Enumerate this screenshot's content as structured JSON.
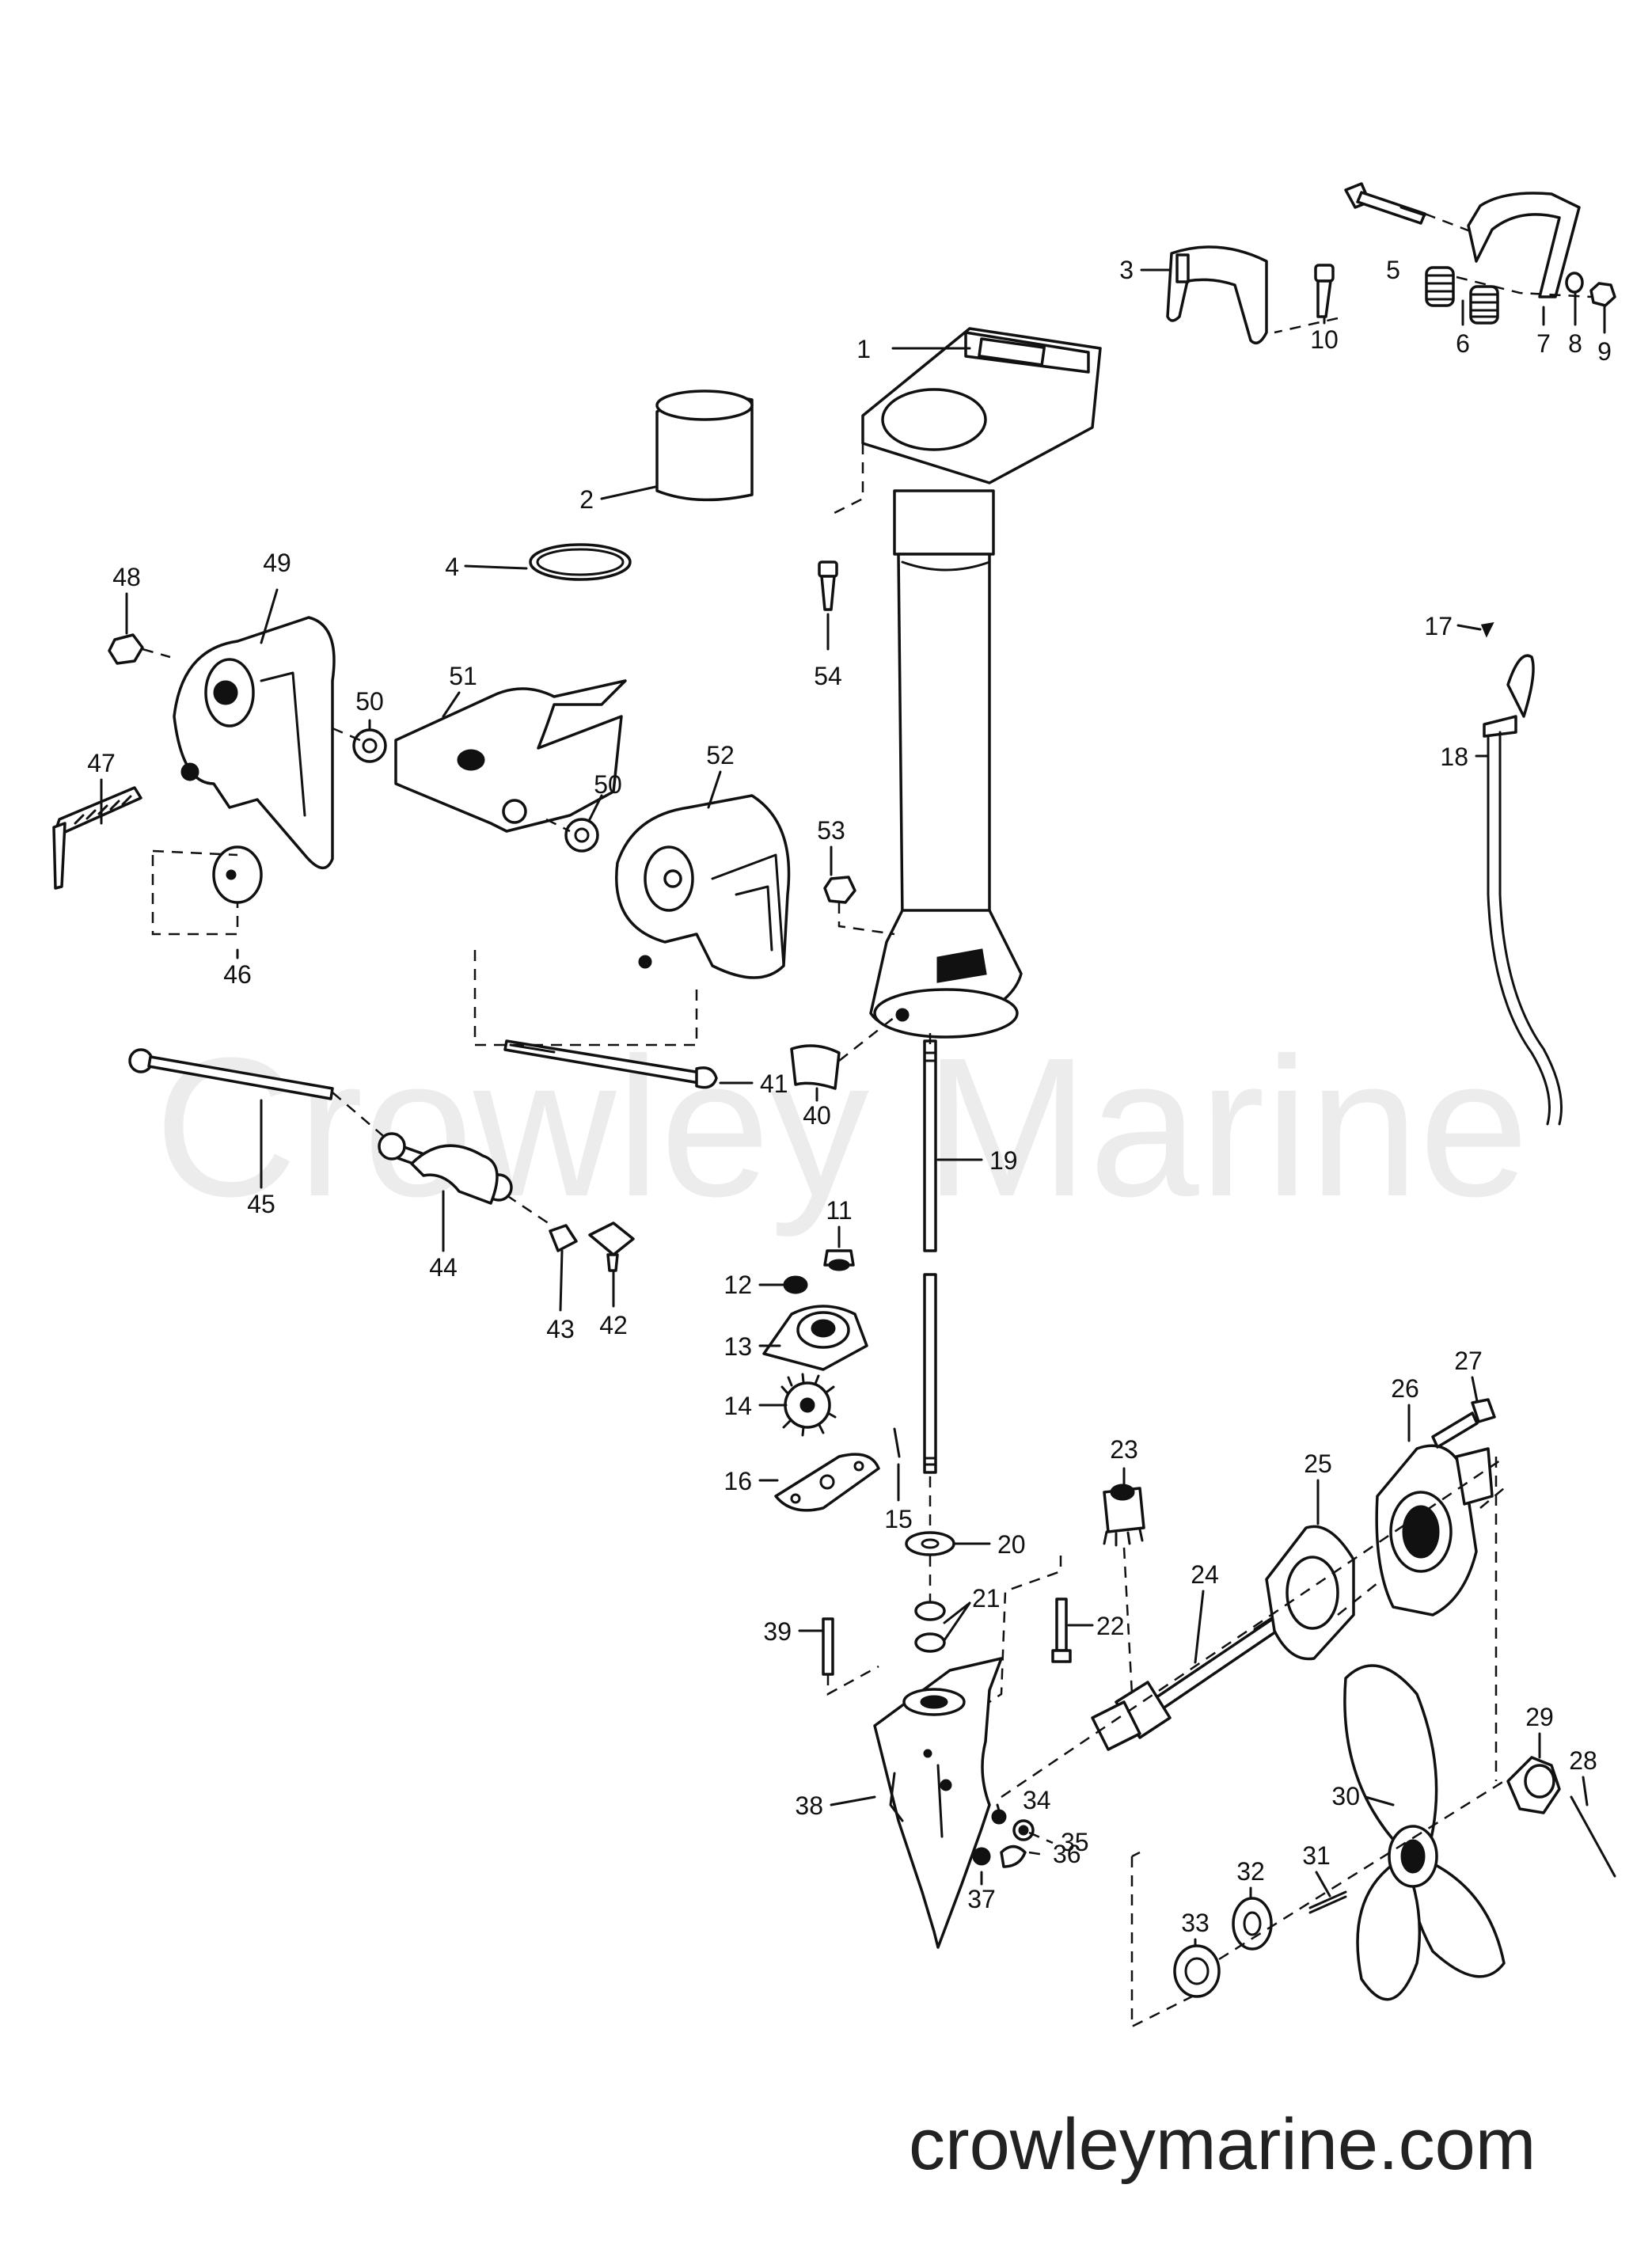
{
  "watermark": "Crowley Marine",
  "website": "crowleymarine.com",
  "callouts": {
    "c1": "1",
    "c2": "2",
    "c3": "3",
    "c4": "4",
    "c5": "5",
    "c6": "6",
    "c7": "7",
    "c8": "8",
    "c9": "9",
    "c10": "10",
    "c11": "11",
    "c12": "12",
    "c13": "13",
    "c14": "14",
    "c15": "15",
    "c16": "16",
    "c17": "17",
    "c18": "18",
    "c19": "19",
    "c20": "20",
    "c21": "21",
    "c22": "22",
    "c23": "23",
    "c24": "24",
    "c25": "25",
    "c26": "26",
    "c27": "27",
    "c28": "28",
    "c29": "29",
    "c30": "30",
    "c31": "31",
    "c32": "32",
    "c33": "33",
    "c34": "34",
    "c35": "35",
    "c36": "36",
    "c37": "37",
    "c38": "38",
    "c39": "39",
    "c40": "40",
    "c41": "41",
    "c42": "42",
    "c43": "43",
    "c44": "44",
    "c45": "45",
    "c46": "46",
    "c47": "47",
    "c48": "48",
    "c49": "49",
    "c50a": "50",
    "c50b": "50",
    "c51": "51",
    "c52": "52",
    "c53": "53",
    "c54": "54"
  }
}
